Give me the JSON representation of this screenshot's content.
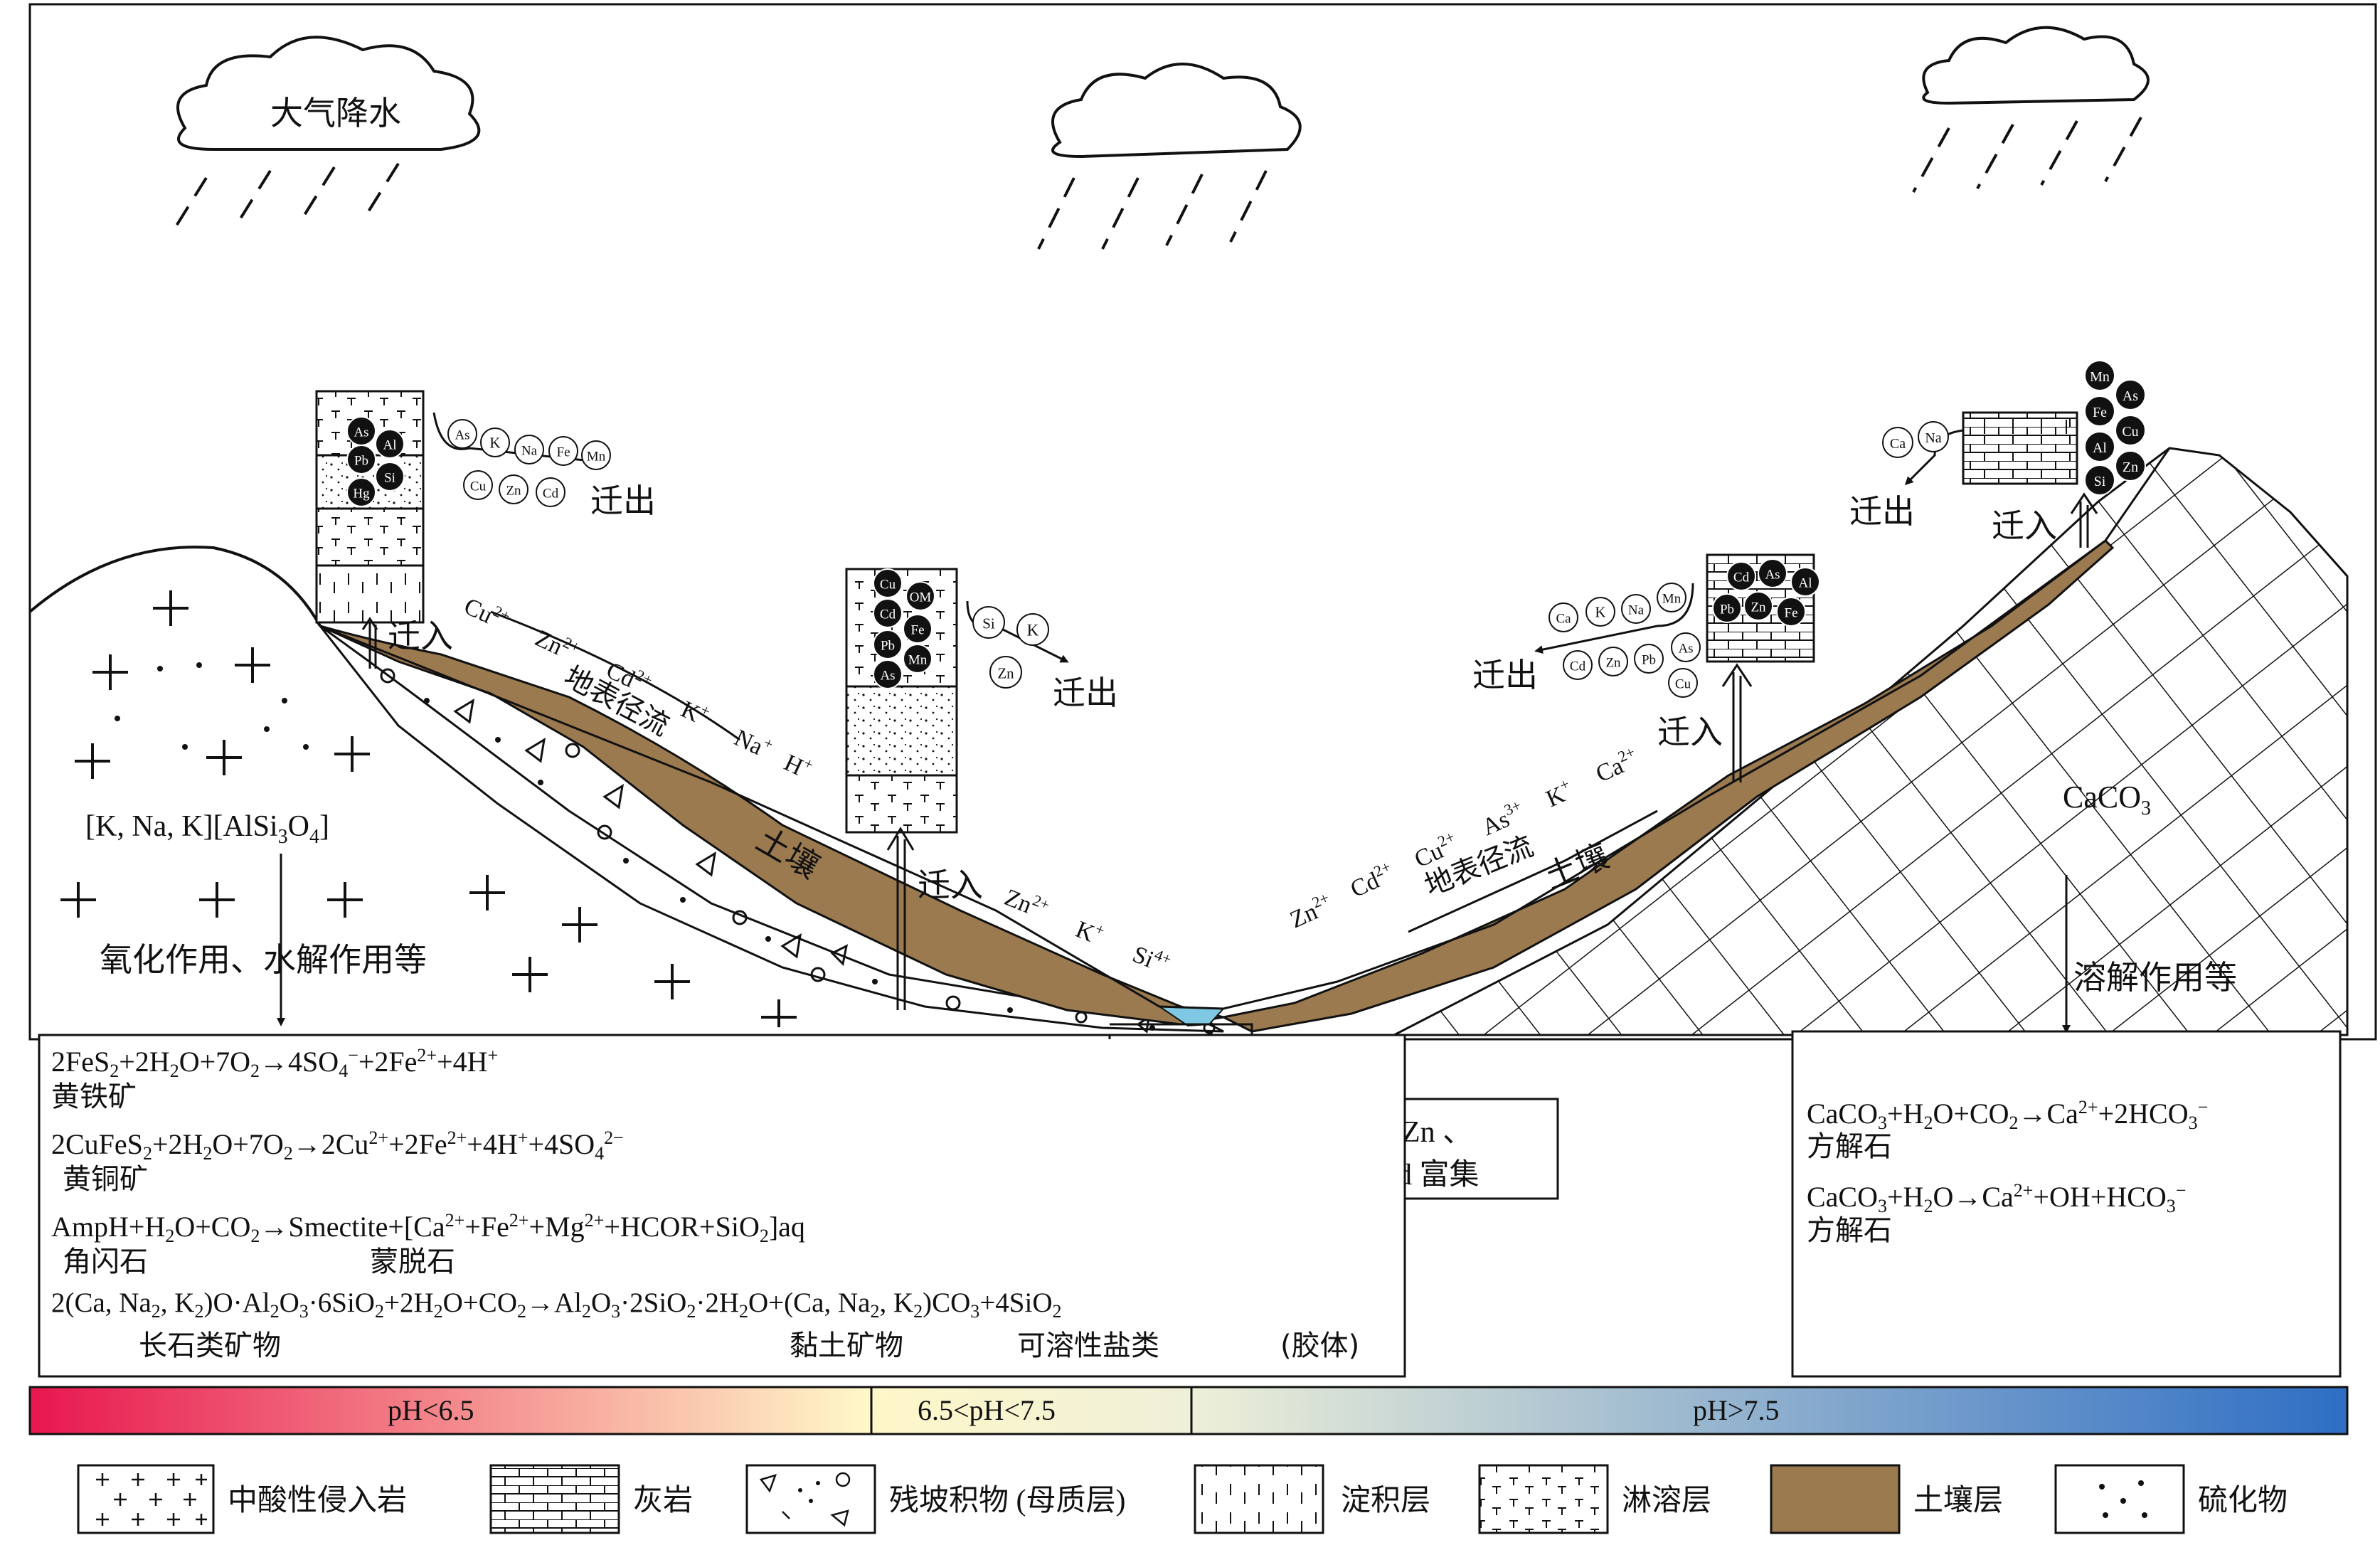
{
  "colors": {
    "soil": "#9b7a50",
    "water": "#7ec8e3",
    "ph_acid": "#e8174f",
    "ph_neutral": "#fff7c8",
    "ph_alkaline": "#2e6ec4"
  },
  "labels": {
    "precipitation": "大气降水",
    "migrate_out": "迁出",
    "migrate_in": "迁入",
    "soil": "土壤",
    "surface_runoff": "地表径流",
    "intrusive_formula": "[K, Na, K][AlSi",
    "intrusive_formula_sub": "3",
    "intrusive_formula_mid": "O",
    "intrusive_formula_sub2": "4",
    "intrusive_formula_end": "]",
    "oxidation": "氧化作用、水解作用等",
    "dissolution": "溶解作用等",
    "caco3": "CaCO",
    "caco3_sub": "3",
    "sediment_line1": "底泥中Zn 、",
    "sediment_line2": "Cu、Cd 富集"
  },
  "ions": {
    "left_runoff": [
      "Cu",
      "Zn",
      "Cd",
      "K",
      "Na",
      "H"
    ],
    "left_runoff_charge": [
      "2+",
      "2+",
      "2+",
      "+",
      "+",
      "+"
    ],
    "middle_runoff": [
      "Zn",
      "K",
      "Si"
    ],
    "middle_runoff_charge": [
      "2+",
      "+",
      "4+"
    ],
    "right_runoff": [
      "Zn",
      "Cd",
      "Cu",
      "As",
      "K",
      "Ca"
    ],
    "right_runoff_charge": [
      "2+",
      "2+",
      "2+",
      "3+",
      "+",
      "2+"
    ]
  },
  "elements": {
    "col1_in": [
      "As",
      "Al",
      "Pb",
      "Si",
      "Hg"
    ],
    "col1_out_row1": [
      "As",
      "K",
      "Na",
      "Fe",
      "Mn"
    ],
    "col1_out_row2": [
      "Cu",
      "Zn",
      "Cd"
    ],
    "col2_in": [
      "Cu",
      "OM",
      "Cd",
      "Fe",
      "Pb",
      "Mn",
      "As"
    ],
    "col2_out": [
      "Si",
      "K",
      "Zn"
    ],
    "col3_in": [
      "Cd",
      "As",
      "Al",
      "Pb",
      "Zn",
      "Fe"
    ],
    "col3_out_row1": [
      "Ca",
      "K",
      "Na",
      "Mn"
    ],
    "col3_out_row2": [
      "Cd",
      "Zn",
      "Pb",
      "As"
    ],
    "col3_out_row3": [
      "Cu"
    ],
    "col4_in": [
      "Mn",
      "As",
      "Fe",
      "Cu",
      "Al",
      "Zn",
      "Si"
    ],
    "col4_out": [
      "Ca",
      "Na"
    ]
  },
  "left_box": {
    "eq1": {
      "a": "2FeS",
      "a_sub": "2",
      "b": "+2H",
      "b_sub": "2",
      "c": "O+7O",
      "c_sub": "2",
      "d": "→4SO",
      "d_sub": "4",
      "d_sup": "−",
      "e": "+2Fe",
      "e_sup": "2+",
      "f": "+4H",
      "f_sup": "+"
    },
    "eq1_mineral": "黄铁矿",
    "eq2": {
      "a": "2CuFeS",
      "a_sub": "2",
      "b": "+2H",
      "b_sub": "2",
      "c": "O+7O",
      "c_sub": "2",
      "d": "→2Cu",
      "d_sup": "2+",
      "e": "+2Fe",
      "e_sup": "2+",
      "f": "+4H",
      "f_sup": "+",
      "g": "+4SO",
      "g_sub": "4",
      "g_sup": "2−"
    },
    "eq2_mineral": "黄铜矿",
    "eq3": {
      "a": "AmpH+H",
      "a_sub": "2",
      "b": "O+CO",
      "b_sub": "2",
      "c": "→Smectite+[Ca",
      "c_sup": "2+",
      "d": "+Fe",
      "d_sup": "2+",
      "e": "+Mg",
      "e_sup": "2+",
      "f": "+HCOR+SiO",
      "f_sub": "2",
      "g": "]aq"
    },
    "eq3_mineral_a": "角闪石",
    "eq3_mineral_b": "蒙脱石",
    "eq4": {
      "a": "2(Ca, Na",
      "a_sub": "2",
      "b": ", K",
      "b_sub": "2",
      "c": ")O·Al",
      "c_sub": "2",
      "d": "O",
      "d_sub": "3",
      "e": "·6SiO",
      "e_sub": "2",
      "f": "+2H",
      "f_sub": "2",
      "g": "O+CO",
      "g_sub": "2",
      "h": "→Al",
      "h_sub": "2",
      "i": "O",
      "i_sub": "3",
      "j": "·2SiO",
      "j_sub": "2",
      "k": "·2H",
      "k_sub": "2",
      "l": "O+(Ca, Na",
      "l_sub": "2",
      "m": ", K",
      "m_sub": "2",
      "n": ")CO",
      "n_sub": "3",
      "o": "+4SiO",
      "o_sub": "2"
    },
    "eq4_mineral_a": "长石类矿物",
    "eq4_mineral_b": "黏土矿物",
    "eq4_mineral_c": "可溶性盐类",
    "eq4_mineral_d": "(胶体)"
  },
  "right_box": {
    "eq1": {
      "a": "CaCO",
      "a_sub": "3",
      "b": "+H",
      "b_sub": "2",
      "c": "O+CO",
      "c_sub": "2",
      "d": "→Ca",
      "d_sup": "2+",
      "e": "+2HCO",
      "e_sub": "3",
      "e_sup": "−"
    },
    "eq1_mineral": "方解石",
    "eq2": {
      "a": "CaCO",
      "a_sub": "3",
      "b": "+H",
      "b_sub": "2",
      "c": "O→Ca",
      "c_sup": "2+",
      "d": "+OH+HCO",
      "d_sub": "3",
      "d_sup": "−"
    },
    "eq2_mineral": "方解石"
  },
  "ph_bar": {
    "acid": "pH<6.5",
    "neutral": "6.5<pH<7.5",
    "alkaline": "pH>7.5"
  },
  "legend": [
    "中酸性侵入岩",
    "灰岩",
    "残坡积物 (母质层)",
    "淀积层",
    "淋溶层",
    "土壤层",
    "硫化物"
  ]
}
